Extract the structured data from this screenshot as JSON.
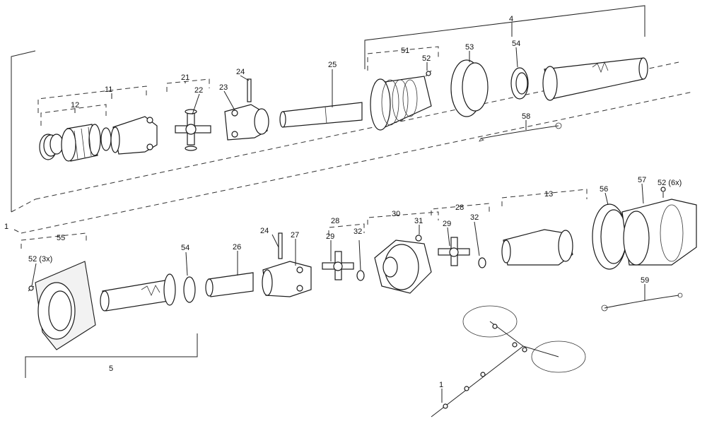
{
  "labels": {
    "l1_top": "1",
    "l1_left": "1",
    "l4": "4",
    "l5": "5",
    "l11": "11",
    "l12": "12",
    "l13": "13",
    "l21": "21",
    "l22": "22",
    "l23": "23",
    "l24_top": "24",
    "l24_bottom": "24",
    "l25": "25",
    "l26": "26",
    "l27": "27",
    "l28_a": "28",
    "l28_b": "28",
    "l29_a": "29",
    "l29_b": "29",
    "l30": "30",
    "l31": "31",
    "l32_a": "32",
    "l32_b": "32",
    "l51": "51",
    "l52_top": "52",
    "l52_6x": "52 (6x)",
    "l52_3x": "52 (3x)",
    "l53": "53",
    "l54_top": "54",
    "l54_bottom": "54",
    "l55": "55",
    "l56": "56",
    "l57": "57",
    "l58": "58",
    "l59": "59"
  }
}
